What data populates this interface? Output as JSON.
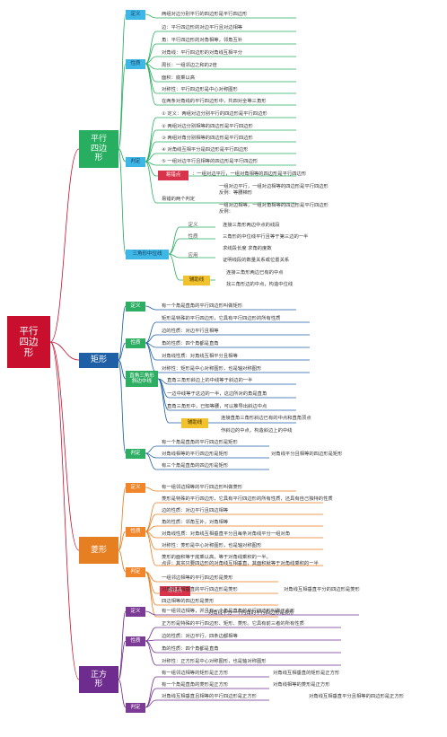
{
  "colors": {
    "root": "#c8102e",
    "parallelogram": "#27ae60",
    "rectangle": "#1f5fa6",
    "rhombus": "#e67e22",
    "square": "#6f2c8f",
    "lines_green": "#27ae60",
    "lines_blue": "#1f5fa6",
    "lines_orange": "#e67e22",
    "lines_purple": "#6f2c8f"
  },
  "root": {
    "label": "平行\n四边\n形"
  },
  "sections": {
    "parallelogram": {
      "label": "平行\n四边\n形"
    },
    "rectangle": {
      "label": "矩形"
    },
    "rhombus": {
      "label": "菱形"
    },
    "square": {
      "label": "正方\n形"
    }
  },
  "tags": {
    "p_def": "定义",
    "p_prop": "性质",
    "p_judge": "判定",
    "p_midline": "三角形中位线",
    "p_easy": "易错点",
    "p_mid_def": "定义",
    "p_mid_prop": "性质",
    "p_mid_use": "应用",
    "p_mid_aux": "辅助线",
    "r_def": "定义",
    "r_prop": "性质",
    "r_right": "直角三角形\n斜边中线",
    "r_right_aux": "辅助线",
    "r_judge": "判定",
    "h_def": "定义",
    "h_prop": "性质",
    "h_judge": "判定",
    "h_easy": "易错点",
    "s_def": "定义",
    "s_prop": "性质",
    "s_judge": "判定"
  },
  "leaves": {
    "p1": "两组对边分别平行的四边形是平行四边形",
    "p2": "边：平行四边形的对边平行且对边相等",
    "p3": "角：平行四边形的对角相等，邻角互补",
    "p4": "对角线：平行四边形的对角线互相平分",
    "p5": "周长：一组邻边之和的2倍",
    "p6": "面积：底乘以高",
    "p7": "对称性：平行四边形是中心对称图形",
    "p8": "在两条对角线的平行四边形中，共四对全等三角形",
    "p9": "① 定义：两组对边分别平行的四边形是平行四边形",
    "p10": "② 两组对边分别相等的四边形是平行四边形",
    "p11": "③ 两组对角分别相等的四边形是平行四边形",
    "p12": "④ 对角线互相平分是四边形是平行四边形",
    "p13": "⑤ 一组对边平行且相等的四边形是平行四边形",
    "p14": "：一组对边平行，一组对角相等的四边形是平行四边形",
    "p15": "易错的两个判定",
    "p16": "一组对边平行，一组对边相等的四边形是平行四边形\n反例：等腰梯形",
    "p17": "一组对边相等，一组对角相等的四边形是平行四边形\n反例：",
    "p18": "连接三角形两边中点的线段",
    "p19": "三角形的中位线平行且等于第三边的一半",
    "p20": "求线段长度          求角的度数",
    "p21": "证明线段的数量关系或位置关系",
    "p22": "连接三角形两边已有的中点",
    "p23": "找三角形边的中点，构造中位线",
    "r1": "有一个角是直角的平行四边形叫做矩形",
    "r2": "矩形是特殊的平行四边形，它具有平行四边形的所有性质",
    "r3": "边的性质：对边平行且相等",
    "r4": "角的性质：四个角都是直角",
    "r5": "对角线性质：对角线互相平分且相等",
    "r6": "对称性：矩形是中心对称图形，也是轴对称图形",
    "r7": "直角三角形斜边上的中线等于斜边的一半",
    "r8": "一边中线等于这边的一半，这边所对的角是直角",
    "r9": "直角三角形中，已知等腰，可以推导出斜边中点",
    "r10": "连接直角三角形斜边已有的中点和直角顶点",
    "r11": "作斜边的中点，构造斜边上的中线",
    "r12": "有一个角是直角的平行四边形是矩形",
    "r13": "对角线相等的平行四边形是矩形",
    "r14": "对角线平分且相等的四边形是矩形",
    "r15": "有三个角是直角的四边形是矩形",
    "h1": "有一组邻边相等的平行四边形叫做菱形",
    "h2": "菱形是特殊的平行四边形，它具有平行四边形的所有性质，还具有自己独特的性质",
    "h3": "边的性质：对边平行且四边相等",
    "h4": "角的性质：邻角互补，对角相等",
    "h5": "对角线性质：对角线互相垂直平分且每条对角线平分一组对角",
    "h6": "对称性：菱形是中心对称图形，也是轴对称图形",
    "h7": "菱形的面积等于底乘以高，等于对角线乘积的一半。\n点评：其实只要四边形的对角线互相垂直，其面积就等于对角线乘积的一半",
    "h8": "一组邻边相等的平行四边形是菱形",
    "h9": "对角线互相垂直的平行四边形是菱形",
    "h10": "对角线互相垂直平分的四边形是菱形",
    "h11": "四边相等的四边形是菱形",
    "h12": "对角线平分一个内角的平行四边形是菱形",
    "s1": "有一组邻边相等，并且有一个角是直角的平行四边形叫做正方形",
    "s2": "正方形是特殊的平行四边形、矩形、菱形。它具有前三者的所有性质",
    "s3": "边的性质：对边平行，四条边都相等",
    "s4": "角的性质：四个角都是直角",
    "s5": "对称性：正方形是中心对称图形，也是轴对称图形",
    "s6": "有一组邻边相等的矩形是正方形",
    "s7": "对角线互相垂直的矩形是正方形",
    "s8": "有一个角是直角的菱形是正方形",
    "s9": "对角线相等的菱形是正方形",
    "s10": "对角线互相垂直且相等的平行四边形是正方形",
    "s11": "对角线互相垂直平分且相等的四边形是正方形"
  }
}
